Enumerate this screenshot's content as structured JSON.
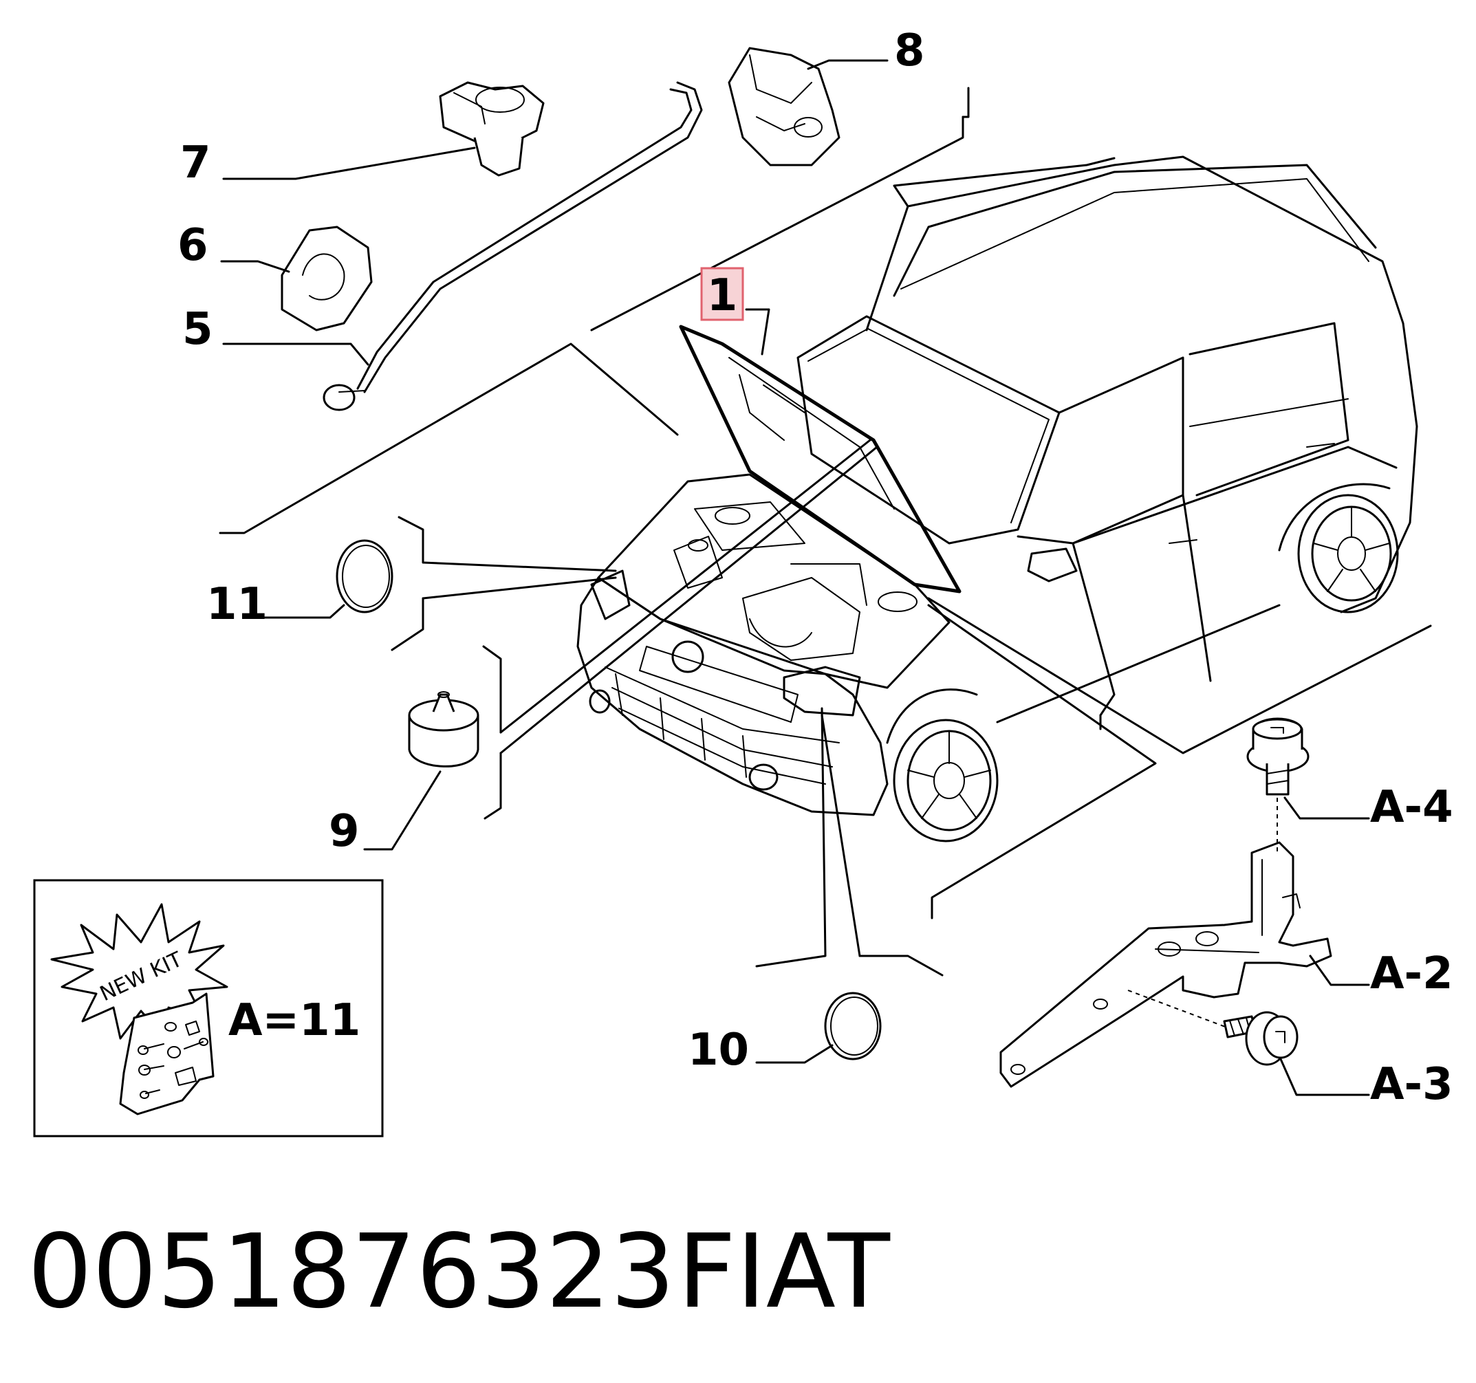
{
  "callouts": {
    "c1": "1",
    "c5": "5",
    "c6": "6",
    "c7": "7",
    "c8": "8",
    "c9": "9",
    "c10": "10",
    "c11": "11",
    "a2": "A-2",
    "a3": "A-3",
    "a4": "A-4"
  },
  "kit": {
    "badge": "NEW KIT",
    "label": "A=11"
  },
  "footer": {
    "part_number": "0051876323",
    "brand": "FIAT"
  },
  "colors": {
    "highlight_fill": "#f7d3d6",
    "highlight_stroke": "#e0626e",
    "line": "#000000",
    "background": "#ffffff"
  }
}
